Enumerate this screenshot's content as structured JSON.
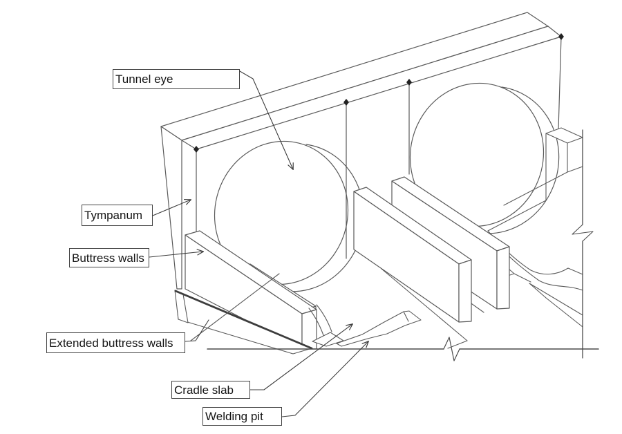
{
  "diagram": {
    "kind": "axonometric construction line drawing",
    "subject": "Tunnel launch portal with two tunnel eyes",
    "background_color": "#ffffff",
    "line_color": "#5a5a5a",
    "accent_line_color": "#3d3d3d",
    "label_text_color": "#151515",
    "label_border_color": "#414141"
  },
  "labels": [
    {
      "id": "tunnel-eye",
      "text": "Tunnel eye"
    },
    {
      "id": "tympanum",
      "text": "Tympanum"
    },
    {
      "id": "buttress-walls",
      "text": "Buttress walls"
    },
    {
      "id": "extended-buttress-walls",
      "text": "Extended buttress walls"
    },
    {
      "id": "cradle-slab",
      "text": "Cradle slab"
    },
    {
      "id": "welding-pit",
      "text": "Welding pit"
    }
  ]
}
